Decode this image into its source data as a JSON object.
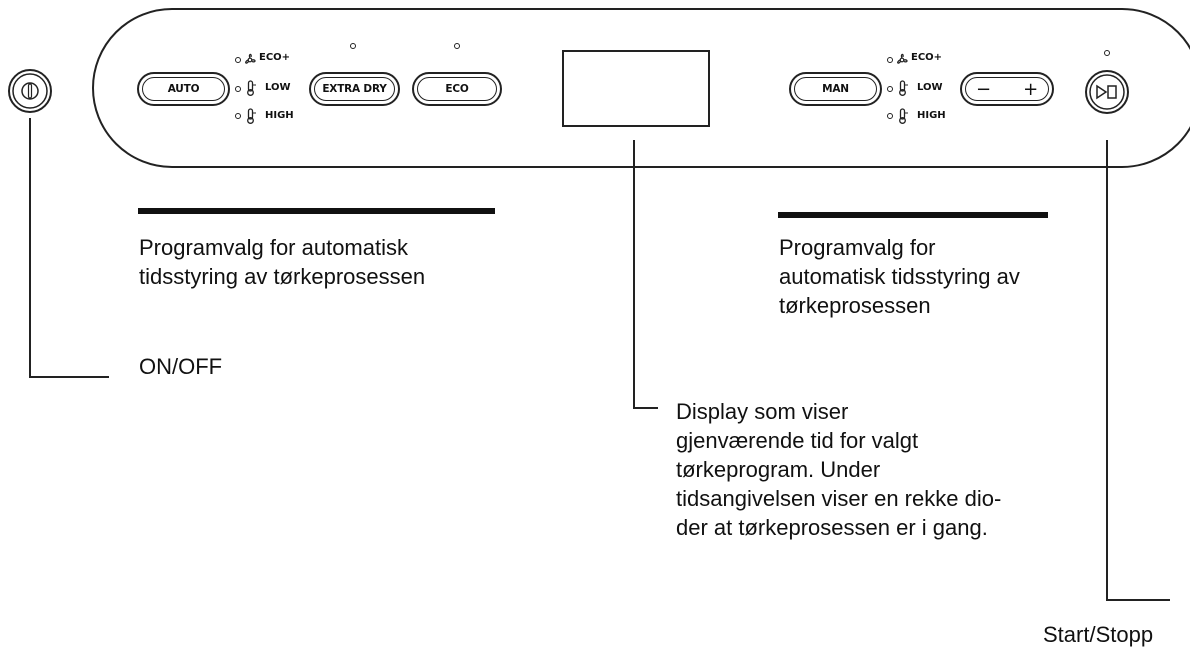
{
  "panel": {
    "buttons": {
      "auto": "AUTO",
      "extra_dry": "EXTRA DRY",
      "eco": "ECO",
      "man": "MAN",
      "minus": "−",
      "plus": "+"
    },
    "indicators_left": [
      "ECO+",
      "LOW",
      "HIGH"
    ],
    "indicators_right": [
      "ECO+",
      "LOW",
      "HIGH"
    ]
  },
  "captions": {
    "left_program": [
      "Programvalg for automatisk",
      "tidsstyring av tørkeprosessen"
    ],
    "right_program": [
      "Programvalg for",
      "automatisk tidsstyring av",
      "tørkeprosessen"
    ],
    "on_off": "ON/OFF",
    "display": [
      "Display som viser",
      "gjenværende tid for valgt",
      "tørkeprogram. Under",
      "tidsangivelsen viser en rekke dio-",
      "der at tørkeprosessen er i gang."
    ],
    "start_stop": "Start/Stopp"
  },
  "icons": [
    "power-icon",
    "fan-icon",
    "thermometer-icon",
    "play-pause-icon"
  ]
}
